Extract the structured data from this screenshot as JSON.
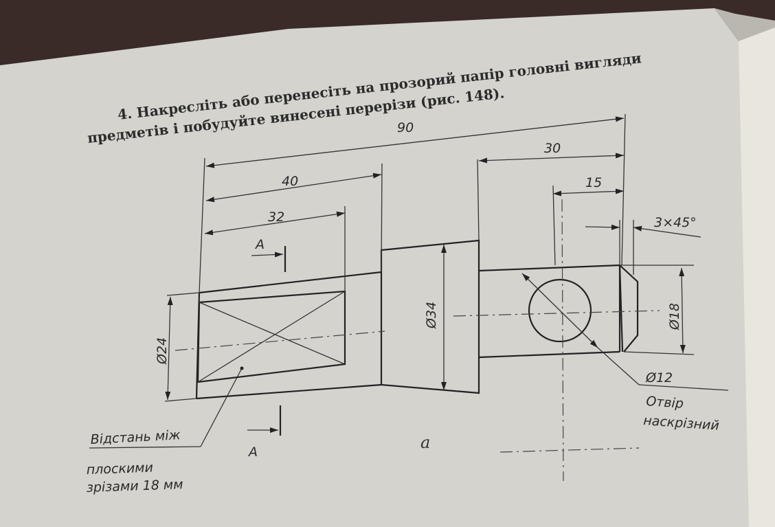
{
  "heading": {
    "line1": "4. Накресліть або перенесіть на прозорий папір головні вигляди",
    "line2": "предметів і побудуйте винесені перерізи (рис. 148)."
  },
  "dimensions": {
    "d90": "90",
    "d30": "30",
    "d40": "40",
    "d15": "15",
    "d32": "32",
    "chamfer": "3×45°",
    "dia24": "Ø24",
    "dia34": "Ø34",
    "dia18": "Ø18",
    "dia12": "Ø12"
  },
  "section": {
    "label_top": "А",
    "label_bottom": "А"
  },
  "notes": {
    "hole_line1": "Отвір",
    "hole_line2": "наскрізний",
    "flats_line1": "Відстань між",
    "flats_line2": "плоскими",
    "flats_line3": "зрізами 18 мм"
  },
  "figure_label": "а"
}
